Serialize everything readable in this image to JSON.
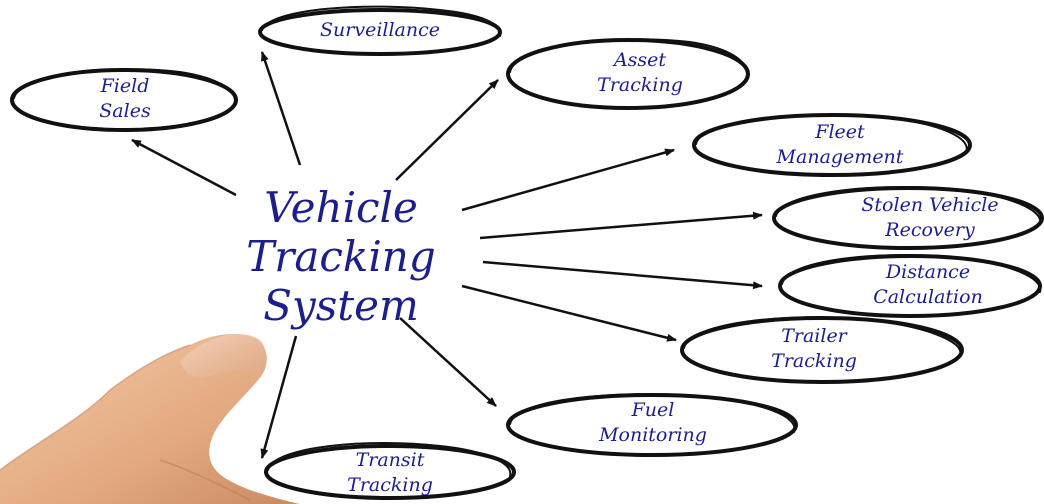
{
  "center": {
    "lines": [
      "Vehicle",
      "Tracking",
      "System"
    ]
  },
  "nodes": [
    {
      "id": "surveillance",
      "lines": [
        "Surveillance"
      ]
    },
    {
      "id": "field-sales",
      "lines": [
        "Field",
        "Sales"
      ]
    },
    {
      "id": "asset-tracking",
      "lines": [
        "Asset",
        "Tracking"
      ]
    },
    {
      "id": "fleet-management",
      "lines": [
        "Fleet",
        "Management"
      ]
    },
    {
      "id": "stolen-vehicle-recovery",
      "lines": [
        "Stolen Vehicle",
        "Recovery"
      ]
    },
    {
      "id": "distance-calculation",
      "lines": [
        "Distance",
        "Calculation"
      ]
    },
    {
      "id": "trailer-tracking",
      "lines": [
        "Trailer",
        "Tracking"
      ]
    },
    {
      "id": "fuel-monitoring",
      "lines": [
        "Fuel",
        "Monitoring"
      ]
    },
    {
      "id": "transit-tracking",
      "lines": [
        "Transit",
        "Tracking"
      ]
    }
  ],
  "colors": {
    "text": "#1c1e8c",
    "ink": "#111111",
    "skin": "#e9b48a"
  },
  "icons": {
    "pointing-finger": "hand pointing up"
  }
}
